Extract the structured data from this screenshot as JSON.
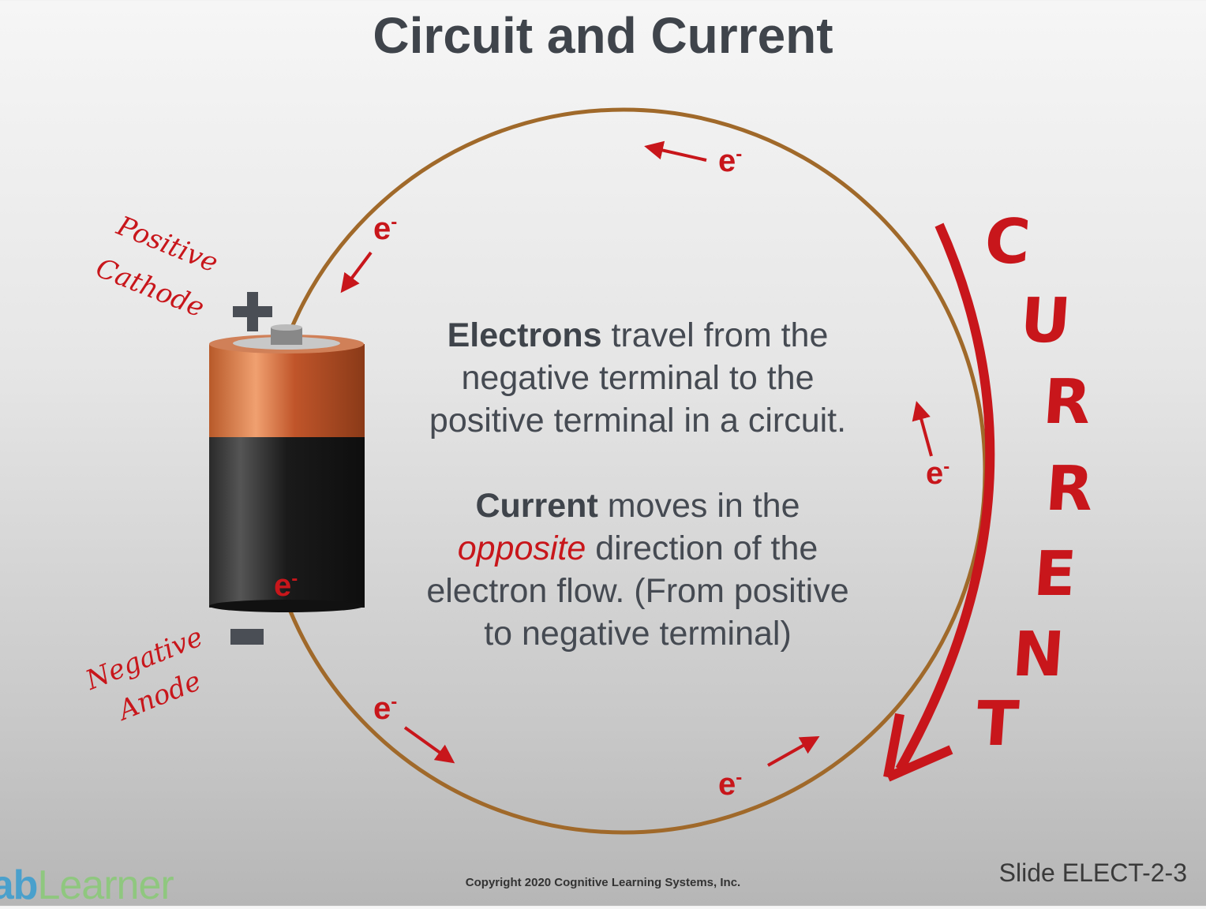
{
  "title": "Circuit and Current",
  "paragraph1": {
    "bold": "Electrons",
    "rest1": " travel from the",
    "line2": "negative terminal to the",
    "line3": "positive terminal in a circuit."
  },
  "paragraph2": {
    "bold": "Current",
    "rest1": " moves in the",
    "italic": "opposite",
    "rest2": " direction of the",
    "line3": "electron flow. (From positive",
    "line4": "to negative terminal)"
  },
  "electron_label": "e",
  "electron_sign": "-",
  "labels": {
    "positive": "Positive",
    "cathode": "Cathode",
    "negative": "Negative",
    "anode": "Anode"
  },
  "current_letters": [
    "C",
    "U",
    "R",
    "R",
    "E",
    "N",
    "T"
  ],
  "footer": {
    "copyright": "Copyright 2020 Cognitive Learning Systems, Inc.",
    "slide": "Slide ELECT-2-3",
    "logo_a": "Lab",
    "logo_b": "Learner"
  },
  "colors": {
    "accent": "#c8161b",
    "wire": "#a0692a",
    "text": "#454a52"
  }
}
